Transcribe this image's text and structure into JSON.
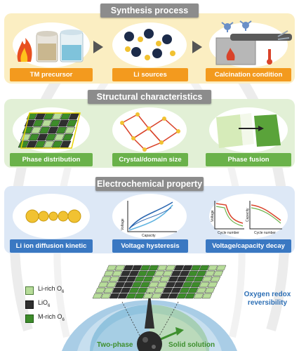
{
  "sections": {
    "synthesis": {
      "title": "Synthesis process",
      "labels": [
        "TM precursor",
        "Li sources",
        "Calcination condition"
      ]
    },
    "structural": {
      "title": "Structural characteristics",
      "labels": [
        "Phase distribution",
        "Crystal/domain size",
        "Phase fusion"
      ]
    },
    "electrochemical": {
      "title": "Electrochemical property",
      "labels": [
        "Li ion diffusion kinetic",
        "Voltage hysteresis",
        "Voltage/capacity decay"
      ]
    }
  },
  "plots": {
    "hysteresis": {
      "xlabel": "Capacity",
      "ylabel": "Voltage"
    },
    "decay_left": {
      "xlabel": "Cycle number",
      "ylabel": "Voltage"
    },
    "decay_right": {
      "xlabel": "Cycle number",
      "ylabel": "Capacity"
    }
  },
  "bottom": {
    "legend": [
      {
        "label": "Li-rich O",
        "sub": "6",
        "color": "#b7dc9a"
      },
      {
        "label": "LiO",
        "sub": "6",
        "color": "#2f2f2f"
      },
      {
        "label": "M-rich O",
        "sub": "6",
        "color": "#3d8c2a"
      }
    ],
    "oxygen_line1": "Oxygen redox",
    "oxygen_line2": "reversibility",
    "left_label": "Two-phase",
    "right_label": "Solid solution"
  },
  "colors": {
    "header_gray": "#8c8c8c",
    "synthesis_panel": "#fbeec2",
    "structural_panel": "#e2f0d6",
    "electro_panel": "#dde8f6",
    "label_orange": "#f39a1e",
    "label_green": "#6ab24a",
    "label_blue": "#3a78c2"
  }
}
